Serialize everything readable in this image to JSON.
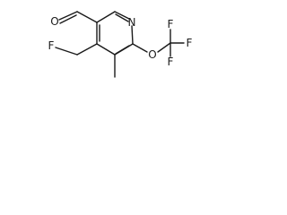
{
  "molecule": {
    "atoms": {
      "aldehyde_oxygen": "O",
      "ring_nitrogen": "N",
      "ether_oxygen": "O",
      "fluorine_top": "F",
      "fluorine_right": "F",
      "fluorine_bottom": "F",
      "fluoromethyl_fluorine": "F"
    },
    "colors": {
      "bond": "#1a1a1a",
      "label": "#1a1a1a",
      "background": "#ffffff"
    }
  }
}
